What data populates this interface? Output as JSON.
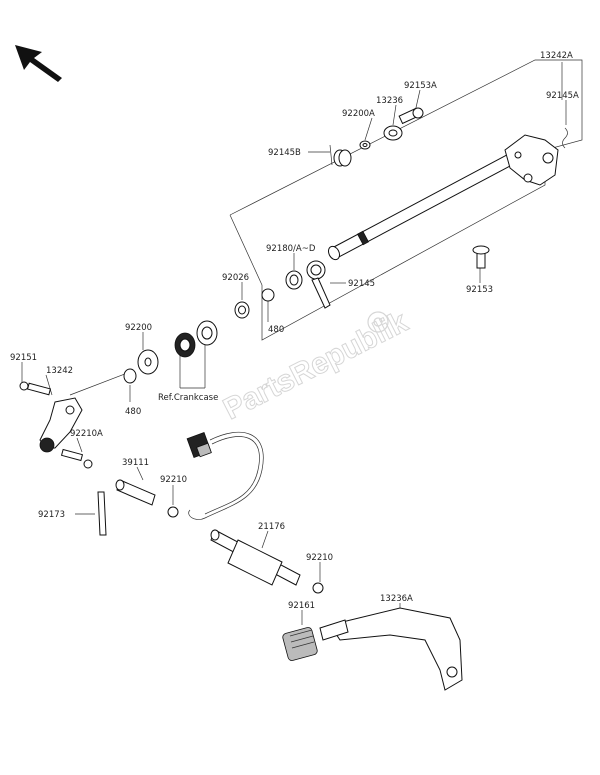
{
  "watermark": "PartsRepublik",
  "labels": {
    "p13242A": "13242A",
    "p92153A": "92153A",
    "p13236": "13236",
    "p92200A": "92200A",
    "p92145A": "92145A",
    "p92145B": "92145B",
    "p92180": "92180/A~D",
    "p92145": "92145",
    "p92153": "92153",
    "p92026": "92026",
    "p480a": "480",
    "p92200": "92200",
    "p480b": "480",
    "ref": "Ref.Crankcase",
    "p92151": "92151",
    "p13242": "13242",
    "p92210A": "92210A",
    "p39111": "39111",
    "p92210a": "92210",
    "p92173": "92173",
    "p21176": "21176",
    "p92210b": "92210",
    "p13236A": "13236A",
    "p92161": "92161"
  }
}
